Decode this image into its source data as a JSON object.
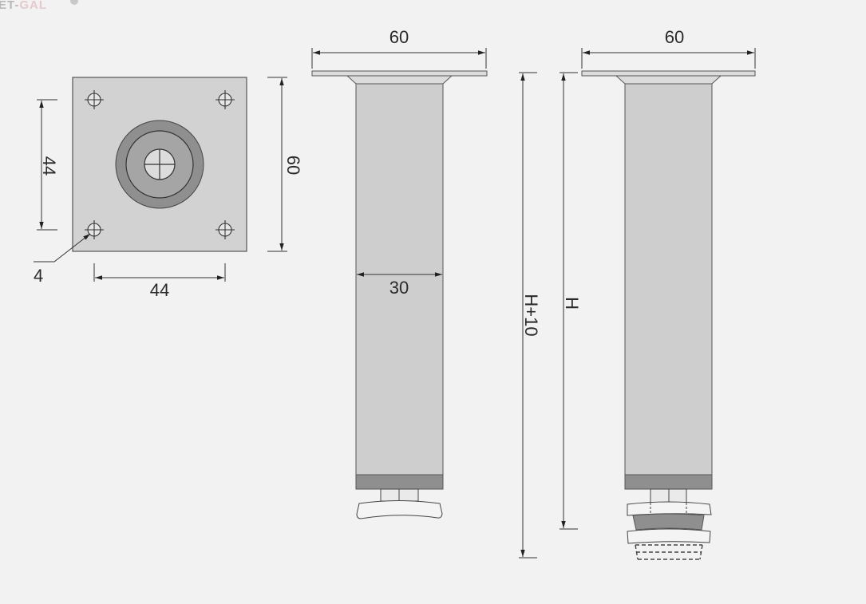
{
  "watermark": {
    "prefix": "ET-",
    "suffix": "GAL",
    "prefix_color": "#b8b8b8",
    "suffix_color": "#e8c8cc"
  },
  "colors": {
    "background": "#f2f2f2",
    "metal": "#cfcfcf",
    "metal_dark": "#a3a3a3",
    "band": "#8f8f8f",
    "line": "#333333"
  },
  "top_view": {
    "plate_width_label": "60",
    "hole_spacing_vertical_label": "44",
    "hole_spacing_horizontal_label": "44",
    "hole_diameter_label": "4"
  },
  "side_view_fixed": {
    "plate_width_label": "60",
    "tube_width_label": "30",
    "total_height_label": "H+10"
  },
  "side_view_adjustable": {
    "plate_width_label": "60",
    "height_label": "H"
  }
}
